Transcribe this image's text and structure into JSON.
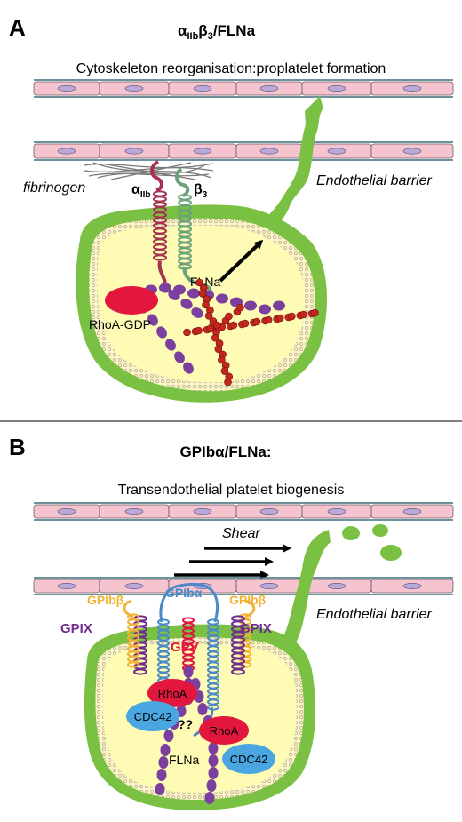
{
  "panelA": {
    "letter": "A",
    "title_alpha": "α",
    "title_alpha_sub": "IIb",
    "title_beta": "β",
    "title_beta_sub": "3",
    "title_rest": "/FLNa",
    "vessel_caption": "Cytoskeleton reorganisation:proplatelet formation",
    "fibrinogen": "fibrinogen",
    "alpha_label": "α",
    "alpha_sub": "IIb",
    "beta_label": "β",
    "beta_sub": "3",
    "barrier": "Endothelial barrier",
    "flna": "FLNa",
    "rhoa_gdp": "RhoA-GDP"
  },
  "panelB": {
    "letter": "B",
    "title": "GPIbα/FLNa:",
    "vessel_caption": "Transendothelial platelet biogenesis",
    "shear": "Shear",
    "barrier": "Endothelial barrier",
    "gpib_beta_left": "GPIbβ",
    "gpib_alpha": "GPIbα",
    "gpib_beta_right": "GPIbβ",
    "gpix_left": "GPIX",
    "gpix_right": "GPIX",
    "gpv": "GPV",
    "rhoa_1": "RhoA",
    "rhoa_2": "RhoA",
    "cdc42_1": "CDC42",
    "cdc42_2": "CDC42",
    "question": "??",
    "flna": "FLNa"
  },
  "colors": {
    "endothelial_cell": "#f5c4cf",
    "nucleus": "#b8a9d6",
    "cytoplasm": "#fdfbb4",
    "membrane_green": "#7ac143",
    "alpha_iib": "#a6324f",
    "beta3": "#6aa37a",
    "flna_purple": "#7b3fa0",
    "actin_red": "#c4261d",
    "rhoa_red": "#e3173e",
    "cdc42_blue": "#4aa6e0",
    "gpib_alpha_blue": "#4a8ac8",
    "gpib_beta_yellow": "#f2b233",
    "gpix_purple": "#6e2c8c",
    "gpv_red": "#e0163c"
  }
}
